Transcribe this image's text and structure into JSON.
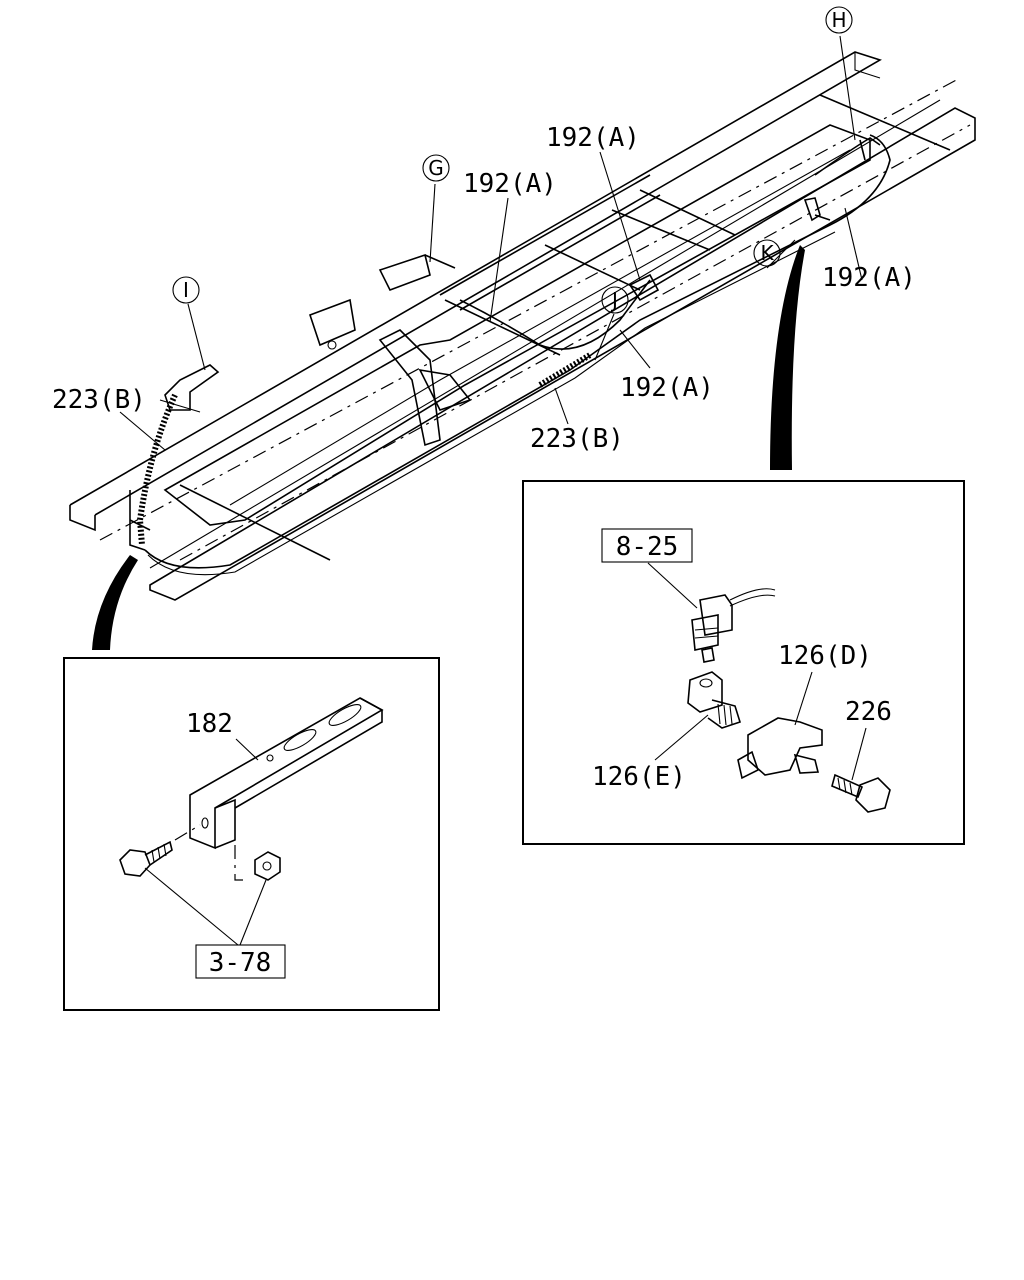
{
  "callouts": {
    "G": "G",
    "H": "H",
    "I": "I",
    "J": "J",
    "K": "K"
  },
  "labels": {
    "l192a_1": "192(A)",
    "l192a_2": "192(A)",
    "l192a_3": "192(A)",
    "l192a_4": "192(A)",
    "l223b_1": "223(B)",
    "l223b_2": "223(B)",
    "l182": "182",
    "l126d": "126(D)",
    "l126e": "126(E)",
    "l226": "226"
  },
  "boxed_refs": {
    "ref_825": "8-25",
    "ref_378": "3-78"
  }
}
